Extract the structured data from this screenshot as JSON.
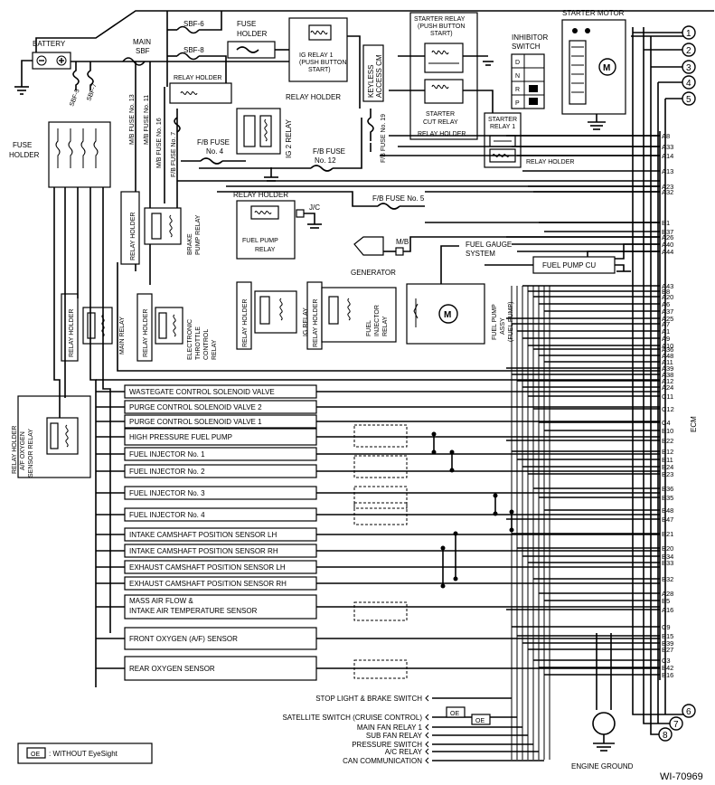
{
  "diagram_id": "WI-70969",
  "top_components": {
    "battery": "BATTERY",
    "main_sbf": [
      "MAIN",
      "SBF"
    ],
    "sbf_6": "SBF-6",
    "sbf_8": "SBF-8",
    "sbf_5": "SBF-5",
    "sbf_7": "SBF-7",
    "fuse_holder_top": [
      "FUSE",
      "HOLDER"
    ],
    "ig_relay_1": [
      "IG RELAY 1",
      "(PUSH BUTTON",
      "START)"
    ],
    "relay_holder": "RELAY HOLDER",
    "keyless_access_cm": [
      "KEYLESS",
      "ACCESS CM"
    ],
    "starter_relay_push": [
      "STARTER RELAY",
      "(PUSH BUTTON",
      "START)"
    ],
    "starter_cut_relay": [
      "STARTER",
      "CUT RELAY"
    ],
    "starter_motor": "STARTER MOTOR",
    "inhibitor_switch": [
      "INHIBITOR",
      "SWITCH"
    ],
    "inhibitor_positions": [
      "D",
      "N",
      "R",
      "P"
    ],
    "starter_relay_1": [
      "STARTER",
      "RELAY 1"
    ],
    "fuse_holder_left": [
      "FUSE",
      "HOLDER"
    ],
    "mb_fuses": [
      "M/B FUSE No. 13",
      "M/B FUSE No. 11",
      "M/B FUSE No. 16",
      "F/B FUSE No. 7"
    ],
    "fb_fuse_4": [
      "F/B FUSE",
      "No. 4"
    ],
    "fb_fuse_12": [
      "F/B FUSE",
      "No. 12"
    ],
    "fb_fuse_19": "F/B FUSE No. 19",
    "fb_fuse_5": "F/B FUSE No. 5",
    "ig2_relay": "IG 2 RELAY",
    "brake_pump_relay": [
      "BRAKE",
      "PUMP RELAY"
    ],
    "fuel_pump_relay": [
      "FUEL PUMP",
      "RELAY"
    ],
    "jc": "J/C",
    "mb": "M/B",
    "generator": "GENERATOR",
    "fuel_gauge": [
      "FUEL GAUGE",
      "SYSTEM"
    ],
    "fuel_pump_cu": "FUEL PUMP CU",
    "fuel_pump_assy": [
      "FUEL PUMP",
      "ASSY",
      "(FUEL PUMP)"
    ],
    "main_relay": "MAIN RELAY",
    "etc_relay": [
      "ELECTRONIC",
      "THROTTLE",
      "CONTROL",
      "RELAY"
    ],
    "ig_relay": "IG RELAY",
    "fuel_injector_relay": [
      "FUEL",
      "INJECTOR",
      "RELAY"
    ],
    "af_oxygen_relay": [
      "RELAY HOLDER",
      "A/F OXYGEN",
      "SENSOR RELAY"
    ],
    "motor_symbol": "M"
  },
  "connectors": [
    "1",
    "2",
    "3",
    "4",
    "5",
    "6",
    "7",
    "8"
  ],
  "ecm_label": "ECM",
  "ecm_pins": [
    "A8",
    "A33",
    "A14",
    "A13",
    "A23",
    "A32",
    "B1",
    "B37",
    "A26",
    "A40",
    "A44",
    "A43",
    "B8",
    "A20",
    "A6",
    "A37",
    "A25",
    "A7",
    "A1",
    "A9",
    "A10",
    "A36",
    "A48",
    "A11",
    "A39",
    "A38",
    "A12",
    "A24",
    "C11",
    "C12",
    "C4",
    "B10",
    "B22",
    "B12",
    "B11",
    "B24",
    "B23",
    "B36",
    "B35",
    "B48",
    "B47",
    "B21",
    "B20",
    "B34",
    "B33",
    "B32",
    "A28",
    "B5",
    "A16",
    "C9",
    "B15",
    "B39",
    "B27",
    "C3",
    "B42",
    "B16"
  ],
  "sensors": [
    [
      "WASTEGATE CONTROL SOLENOID VALVE"
    ],
    [
      "PURGE CONTROL SOLENOID VALVE 2"
    ],
    [
      "PURGE CONTROL SOLENOID VALVE 1"
    ],
    [
      "HIGH PRESSURE FUEL PUMP"
    ],
    [
      "FUEL INJECTOR No. 1"
    ],
    [
      "FUEL INJECTOR No. 2"
    ],
    [
      "FUEL INJECTOR No. 3"
    ],
    [
      "FUEL INJECTOR No. 4"
    ],
    [
      "INTAKE CAMSHAFT POSITION SENSOR LH"
    ],
    [
      "INTAKE CAMSHAFT POSITION SENSOR RH"
    ],
    [
      "EXHAUST CAMSHAFT POSITION SENSOR LH"
    ],
    [
      "EXHAUST CAMSHAFT POSITION SENSOR RH"
    ],
    [
      "MASS AIR FLOW &",
      "INTAKE AIR TEMPERATURE SENSOR"
    ],
    [
      "FRONT OXYGEN (A/F) SENSOR"
    ],
    [
      "REAR OXYGEN SENSOR"
    ]
  ],
  "bottom_outputs": [
    "STOP LIGHT & BRAKE SWITCH",
    "SATELLITE SWITCH (CRUISE CONTROL)",
    "MAIN FAN RELAY 1",
    "SUB FAN RELAY",
    "PRESSURE SWITCH",
    "A/C RELAY",
    "CAN COMMUNICATION"
  ],
  "oe_tag": "OE",
  "legend": {
    "tag": "OE",
    "text": ": WITHOUT EyeSight"
  },
  "engine_ground": "ENGINE GROUND"
}
